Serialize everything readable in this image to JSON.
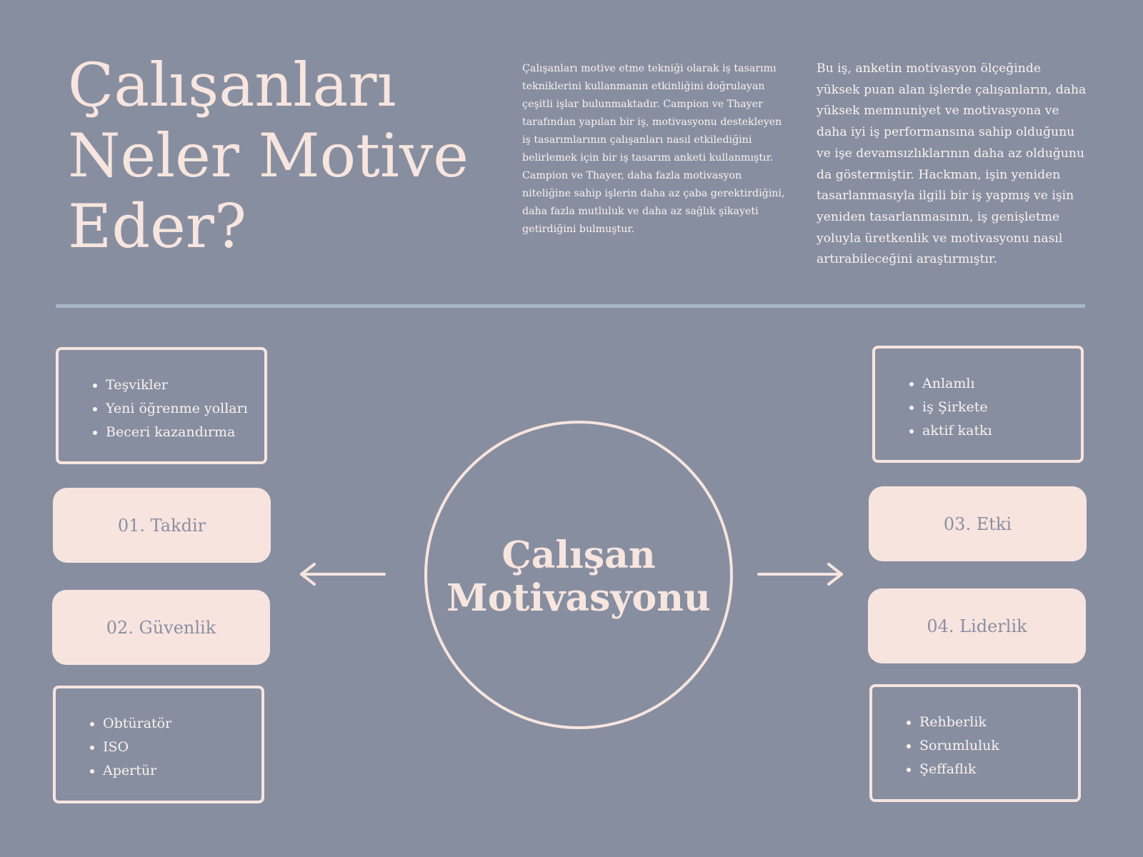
{
  "title": {
    "line1": "Çalışanları",
    "line2": "Neler Motive",
    "line3": "Eder?"
  },
  "paragraphs": {
    "left": "Çalışanları motive etme tekniği olarak iş tasarımı tekniklerini kullanmanın etkinliğini doğrulayan çeşitli işlar bulunmaktadır. Campion ve Thayer tarafından yapılan bir iş, motivasyonu destekleyen iş tasarımlarının çalışanları nasıl etkilediğini belirlemek için bir iş tasarım anketi kullanmıştır. Campion ve Thayer, daha fazla motivasyon niteliğine sahip işlerin daha az çaba gerektirdiğini, daha fazla mutluluk ve daha az sağlık şikayeti getirdiğini bulmuştur.",
    "right": "Bu iş, anketin motivasyon ölçeğinde yüksek puan alan işlerde çalışanların, daha yüksek memnuniyet ve motivasyona ve daha iyi iş performansına sahip olduğunu ve işe devamsızlıklarının daha az olduğunu da göstermiştir. Hackman, işin yeniden tasarlanmasıyla ilgili bir iş yapmış ve işin yeniden tasarlanmasının, iş genişletme yoluyla üretkenlik ve motivasyonu nasıl artırabileceğini araştırmıştır."
  },
  "center": {
    "line1": "Çalışan",
    "line2": "Motivasyonu"
  },
  "left": {
    "top_list": [
      "Teşvikler",
      "Yeni öğrenme yolları",
      "Beceri kazandırma"
    ],
    "pill1": "01. Takdir",
    "pill2": "02. Güvenlik",
    "bottom_list": [
      "Obtüratör",
      "ISO",
      "Apertür"
    ]
  },
  "right": {
    "top_list": [
      "Anlamlı",
      "iş Şirkete",
      "aktif katkı"
    ],
    "pill1": "03. Etki",
    "pill2": "04. Liderlik",
    "bottom_list": [
      "Rehberlik",
      "Sorumluluk",
      "Şeffaflık"
    ]
  },
  "colors": {
    "background": "#878ea0",
    "accent": "#f7e5df",
    "divider": "#a8b8c9",
    "pill_text": "#8a8fa2"
  },
  "icons": {
    "left_arrow": "arrow-left-icon",
    "right_arrow": "arrow-right-icon"
  }
}
